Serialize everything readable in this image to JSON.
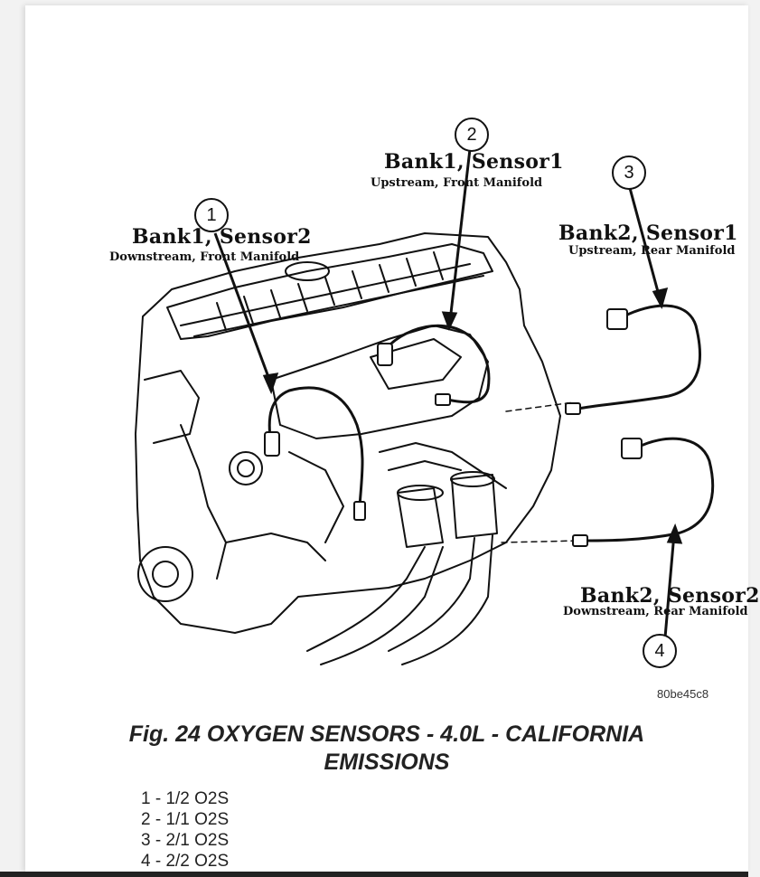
{
  "callouts": [
    {
      "number": "1",
      "title": "Bank1, Sensor2",
      "subtitle": "Downstream, Front Manifold"
    },
    {
      "number": "2",
      "title": "Bank1, Sensor1",
      "subtitle": "Upstream, Front Manifold"
    },
    {
      "number": "3",
      "title": "Bank2, Sensor1",
      "subtitle": "Upstream, Rear Manifold"
    },
    {
      "number": "4",
      "title": "Bank2, Sensor2",
      "subtitle": "Downstream, Rear Manifold"
    }
  ],
  "figure_id": "80be45c8",
  "caption": {
    "line1": "Fig. 24 OXYGEN SENSORS - 4.0L - CALIFORNIA",
    "line2": "EMISSIONS"
  },
  "legend": [
    "1 - 1/2 O2S",
    "2 - 1/1 O2S",
    "3 - 2/1 O2S",
    "4 - 2/2 O2S"
  ]
}
